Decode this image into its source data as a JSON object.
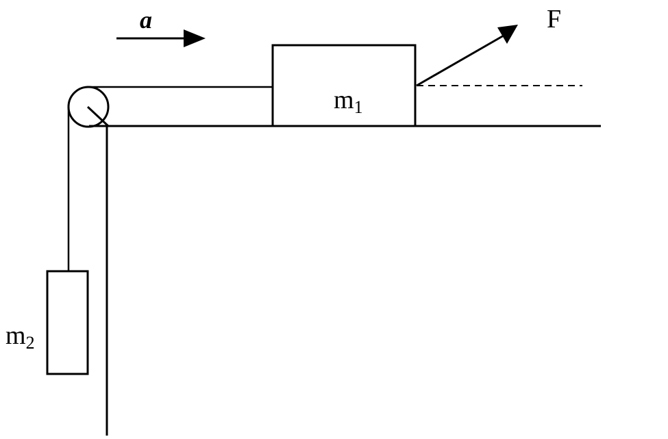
{
  "labels": {
    "acceleration": "a",
    "force": "F",
    "mass1": {
      "base": "m",
      "sub": "1"
    },
    "mass2": {
      "base": "m",
      "sub": "2"
    }
  },
  "colors": {
    "ink": "#000000",
    "background": "#ffffff"
  }
}
